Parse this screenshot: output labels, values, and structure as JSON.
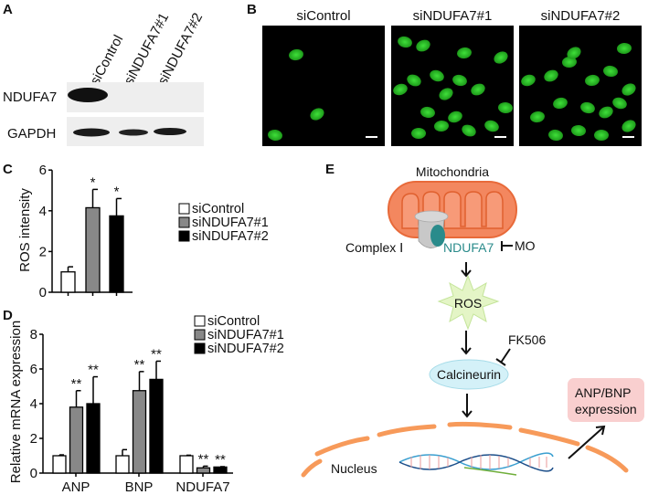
{
  "panels": {
    "A": {
      "label": "A",
      "lanes": [
        "siControl",
        "siNDUFA7#1",
        "siNDUFA7#2"
      ],
      "rows": [
        "NDUFA7",
        "GAPDH"
      ]
    },
    "B": {
      "label": "B",
      "titles": [
        "siControl",
        "siNDUFA7#1",
        "siNDUFA7#2"
      ]
    },
    "C": {
      "label": "C"
    },
    "D": {
      "label": "D"
    },
    "E": {
      "label": "E",
      "mitochondria": "Mitochondria",
      "complex": "Complex Ⅰ",
      "ndufa7": "NDUFA7",
      "mo": "MO",
      "ros": "ROS",
      "fk506": "FK506",
      "calcineurin": "Calcineurin",
      "output_line1": "ANP/BNP",
      "output_line2": "expression",
      "nucleus": "Nucleus"
    }
  },
  "colors": {
    "control": "#ffffff",
    "si1": "#888888",
    "si2": "#000000",
    "mito": "#f3875f",
    "teal": "#2a8b8b",
    "calcineurin": "#d4f1f8",
    "ros": "#e4f5c6",
    "output_box": "#f9cfcf",
    "nucleus": "#f79a5a"
  },
  "chart_data": [
    {
      "type": "bar",
      "panel": "C",
      "ylabel": "ROS intensity",
      "ylim": [
        0,
        6
      ],
      "yticks": [
        "0",
        "2",
        "4",
        "6"
      ],
      "categories": [
        "siControl",
        "siNDUFA7#1",
        "siNDUFA7#2"
      ],
      "values": [
        1.0,
        4.15,
        3.75
      ],
      "errors": [
        0.25,
        0.9,
        0.85
      ],
      "significance": [
        "",
        "*",
        "*"
      ],
      "legend": [
        "siControl",
        "siNDUFA7#1",
        "siNDUFA7#2"
      ],
      "legend_position": "right"
    },
    {
      "type": "bar",
      "panel": "D",
      "ylabel": "Relative mRNA expression",
      "ylim": [
        0,
        8
      ],
      "yticks": [
        "0",
        "2",
        "4",
        "6",
        "8"
      ],
      "categories": [
        "ANP",
        "BNP",
        "NDUFA7"
      ],
      "series": [
        {
          "name": "siControl",
          "values": [
            1.0,
            1.0,
            1.0
          ],
          "errors": [
            0.05,
            0.35,
            0.03
          ],
          "significance": [
            "",
            "",
            ""
          ]
        },
        {
          "name": "siNDUFA7#1",
          "values": [
            3.8,
            4.75,
            0.3
          ],
          "errors": [
            0.95,
            1.1,
            0.1
          ],
          "significance": [
            "**",
            "**",
            "**"
          ]
        },
        {
          "name": "siNDUFA7#2",
          "values": [
            4.0,
            5.4,
            0.35
          ],
          "errors": [
            1.55,
            1.05,
            0.02
          ],
          "significance": [
            "**",
            "**",
            "**"
          ]
        }
      ],
      "legend_position": "top-right"
    }
  ]
}
